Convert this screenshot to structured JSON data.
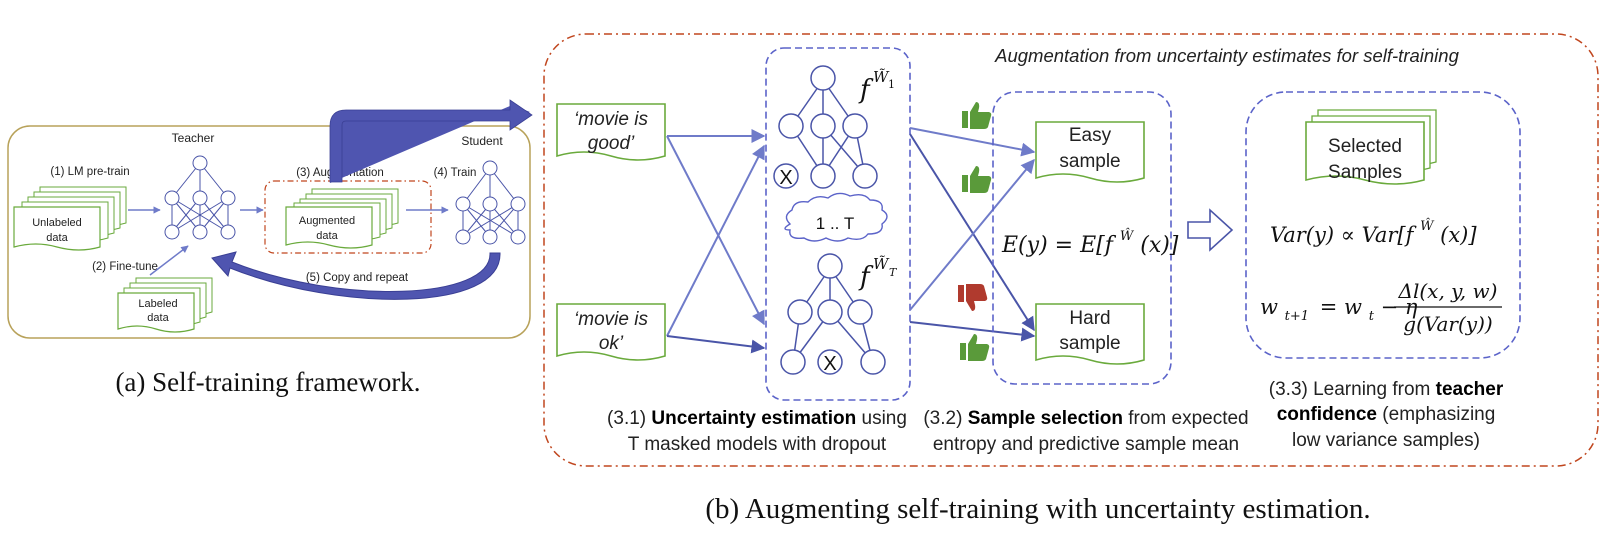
{
  "panel_a": {
    "teacher_label": "Teacher",
    "student_label": "Student",
    "lm_pretrain": "(1) LM pre-train",
    "finetune": "(2) Fine-tune",
    "augmentation": "(3) Augmentation",
    "train": "(4) Train",
    "copy_repeat": "(5) Copy and repeat",
    "unlabeled_1": "Unlabeled",
    "unlabeled_2": "data",
    "labeled_1": "Labeled",
    "labeled_2": "data",
    "augmented_1": "Augmented",
    "augmented_2": "data",
    "caption": "(a) Self-training framework."
  },
  "panel_b": {
    "header": "Augmentation from uncertainty estimates for self-training",
    "input1_1": "‘movie is",
    "input1_2": "good’",
    "input2_1": "‘movie is",
    "input2_2": "ok’",
    "model1_f": "f",
    "model1_w": "W̃",
    "model1_sub": "1",
    "modelT_f": "f",
    "modelT_w": "W̃",
    "modelT_sub": "T",
    "dropout_mark": "X",
    "cloud": "1 .. T",
    "easy_1": "Easy",
    "easy_2": "sample",
    "hard_1": "Hard",
    "hard_2": "sample",
    "expect_eq": "E(y) = E[f",
    "expect_sup": "Ŵ",
    "expect_tail": "(x)]",
    "selected_1": "Selected",
    "selected_2": "Samples",
    "var_eq": "Var(y) ∝ Var[f",
    "var_sup": "Ŵ",
    "var_tail": "(x)]",
    "update_lhs_w": "w",
    "update_lhs_sub": "t+1",
    "update_mid": "= w",
    "update_mid_sub": "t",
    "update_eta": " − η",
    "update_num": "Δl(x, y, w)",
    "update_den": "g(Var(y))",
    "cap31_pre": "(3.1) ",
    "cap31_bold": "Uncertainty estimation",
    "cap31_post": " using",
    "cap31_line2": "T masked models with dropout",
    "cap32_pre": "(3.2) ",
    "cap32_bold": "Sample selection",
    "cap32_post": " from expected",
    "cap32_line2": "entropy and predictive sample mean",
    "cap33_pre": "(3.3) Learning from ",
    "cap33_bold": "teacher",
    "cap33_bold2": "confidence",
    "cap33_post": " (emphasizing",
    "cap33_line3": "low variance samples)",
    "caption": "(b) Augmenting self-training with uncertainty estimation."
  },
  "colors": {
    "node": "#2e3a8c",
    "arrow": "#6f7bc9",
    "arrow_dark": "#4a55a8",
    "doc_border": "#6aaa3c",
    "panel_a_border": "#b8a25a",
    "red_dashdot": "#c0461e",
    "blue_dash": "#5b63c9",
    "thumb_up": "#5a9a3a",
    "thumb_down": "#b03a2e"
  },
  "icons": [
    "thumbs-up-icon",
    "thumbs-down-icon",
    "cloud-shape",
    "hollow-right-arrow-icon",
    "dropout-x-icon"
  ]
}
